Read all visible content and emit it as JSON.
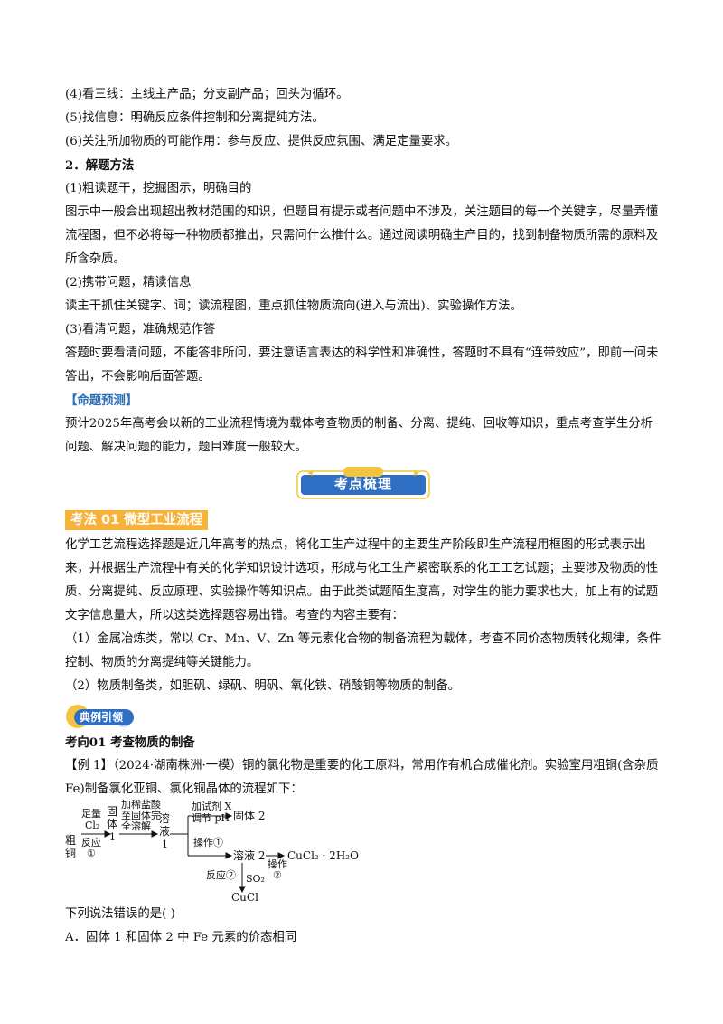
{
  "intro_lines": [
    "(4)看三线：主线主产品；分支副产品；回头为循环。",
    "(5)找信息：明确反应条件控制和分离提纯方法。",
    "(6)关注所加物质的可能作用：参与反应、提供反应氛围、满足定量要求。"
  ],
  "method": {
    "heading": "2．解题方法",
    "step1_title": "(1)粗读题干，挖掘图示，明确目的",
    "step1_text": "图示中一般会出现超出教材范围的知识，但题目有提示或者问题中不涉及，关注题目的每一个关键字，尽量弄懂流程图，但不必将每一种物质都推出，只需问什么推什么。通过阅读明确生产目的，找到制备物质所需的原料及所含杂质。",
    "step2_title": "(2)携带问题，精读信息",
    "step2_text": "读主干抓住关键字、词；读流程图，重点抓住物质流向(进入与流出)、实验操作方法。",
    "step3_title": "(3)看清问题，准确规范作答",
    "step3_text": "答题时要看清问题，不能答非所问，要注意语言表达的科学性和准确性，答题时不具有“连带效应”，即前一问未答出，不会影响后面答题。"
  },
  "prediction": {
    "label": "【命题预测】",
    "text": "预计2025年高考会以新的工业流程情境为载体考查物质的制备、分离、提纯、回收等知识，重点考查学生分析问题、解决问题的能力，题目难度一般较大。"
  },
  "banner": {
    "text": "考点梳理"
  },
  "section": {
    "title": "考法 01  微型工业流程",
    "text": "化学工艺流程选择题是近几年高考的热点，将化工生产过程中的主要生产阶段即生产流程用框图的形式表示出来，并根据生产流程中有关的化学知识设计选项，形成与化工生产紧密联系的化工工艺试题；主要涉及物质的性质、分离提纯、反应原理、实验操作等知识点。由于此类试题陌生度高，对学生的能力要求也大，加上有的试题文字信息量大，所以这类选择题容易出错。考查的内容主要有：",
    "item1": "（1）金属冶炼类，常以 Cr、Mn、V、Zn 等元素化合物的制备流程为载体，考查不同价态物质转化规律，条件控制、物质的分离提纯等关键能力。",
    "item2": "（2）物质制备类，如胆矾、绿矾、明矾、氧化铁、硝酸铜等物质的制备。"
  },
  "example_badge": "典例引领",
  "direction": {
    "title": "考向01   考查物质的制备",
    "example_text": "【例 1】（2024·湖南株洲·一模）铜的氯化物是重要的化工原料，常用作有机合成催化剂。实验室用粗铜(含杂质 Fe)制备氯化亚铜、氯化铜晶体的流程如下："
  },
  "flow": {
    "raw": "粗铜",
    "r1_top": "足量",
    "r1_cl2": "Cl₂",
    "r1_bottom": "反应",
    "r1_num": "①",
    "solid1": "固体",
    "solid1_num": "1",
    "acid_line1": "加稀盐酸",
    "acid_line2": "至固体完",
    "acid_line3": "全溶解",
    "sol1": "溶液",
    "sol1_num": "1",
    "x_line1": "加试剂 X",
    "x_line2": "调节 pH",
    "op1": "操作①",
    "solid2": "固体 2",
    "sol2": "溶液 2",
    "op2_top": "操作",
    "op2_num": "②",
    "product": "CuCl₂ · 2H₂O",
    "r2": "反应②",
    "so2": "SO₂",
    "cucl": "CuCl"
  },
  "question": {
    "stem": "下列说法错误的是(      )",
    "option_a": "A．固体 1 和固体 2 中 Fe 元素的价态相同"
  },
  "colors": {
    "section_bg": "#f7b23a",
    "prediction_text": "#2a6fb7",
    "banner_blue": "#2e6fc4",
    "banner_gold": "#f5c342"
  }
}
